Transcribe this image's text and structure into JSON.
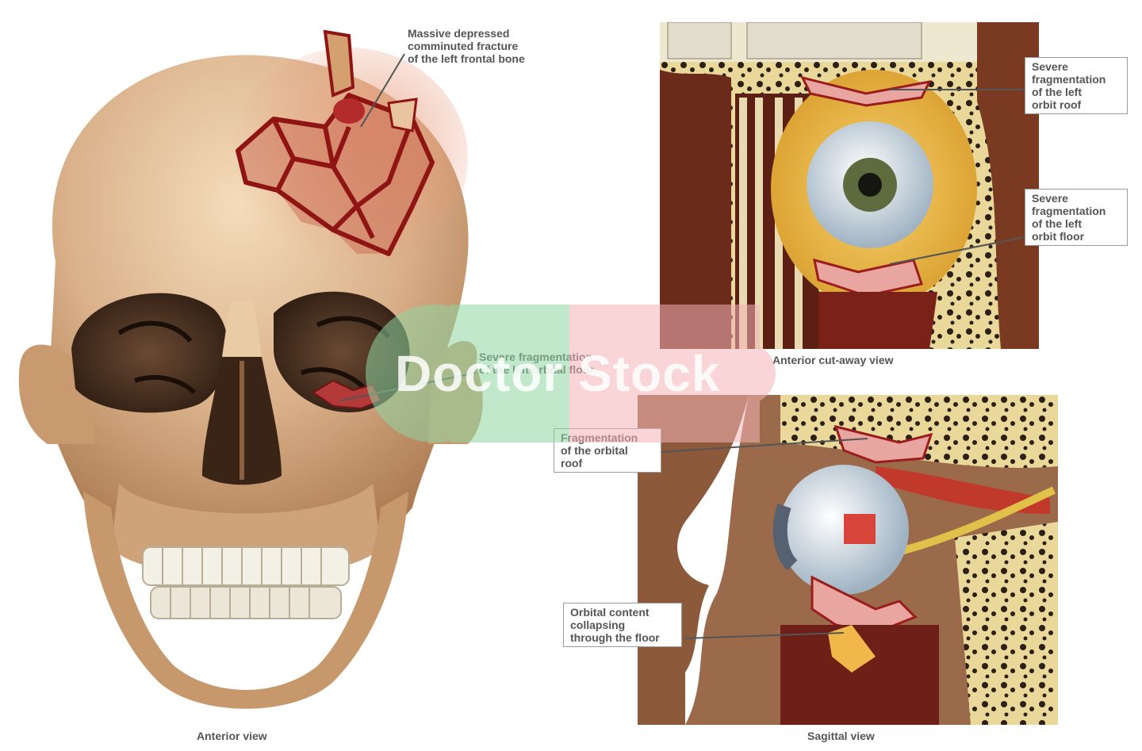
{
  "figure": {
    "panels": {
      "anterior": {
        "caption": "Anterior view"
      },
      "cutaway": {
        "caption": "Anterior cut-away view"
      },
      "sagittal": {
        "caption": "Sagittal view"
      }
    },
    "callouts": {
      "frontal": [
        "Massive depressed",
        "comminuted fracture",
        "of the left frontal bone"
      ],
      "orbital_floor_skull": [
        "Severe fragmentation",
        "of the left orbital floor"
      ],
      "orbit_roof": [
        "Severe",
        "fragmentation",
        "of the left",
        "orbit roof"
      ],
      "orbit_floor": [
        "Severe",
        "fragmentation",
        "of the left",
        "orbit floor"
      ],
      "sag_roof": [
        "Fragmentation",
        "of the orbital",
        "roof"
      ],
      "sag_floor": [
        "Orbital content",
        "collapsing",
        "through the floor"
      ]
    },
    "watermark": {
      "text": "Doctor Stock",
      "green": "#8fd6a2",
      "pink": "#f5b3b8"
    },
    "colors": {
      "bone": "#d8b48c",
      "fracture": "#9b1c1c",
      "marrow": "#e8c456",
      "eye": "#e6eef4",
      "iris": "#5e6b3e"
    }
  }
}
